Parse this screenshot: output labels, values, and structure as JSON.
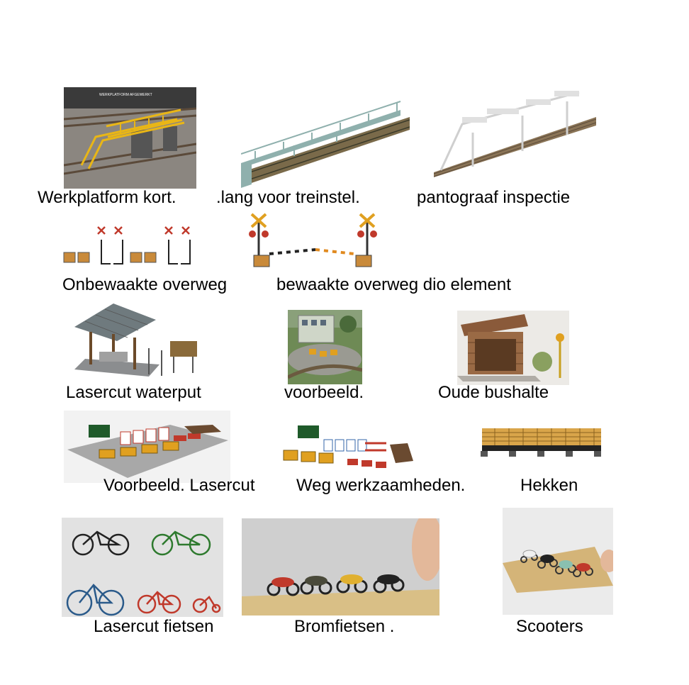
{
  "captions": {
    "werkplatform_kort": "Werkplatform kort.",
    "lang_voor_treinstel": ".lang voor treinstel.",
    "pantograaf_inspectie": "pantograaf inspectie",
    "onbewaakte_overweg": "Onbewaakte overweg",
    "bewaakte_overweg": "bewaakte overweg dio element",
    "lasercut_waterput": "Lasercut waterput",
    "voorbeeld": "voorbeeld.",
    "oude_bushalte": "Oude bushalte",
    "voorbeeld_lasercut": "Voorbeeld. Lasercut",
    "weg_werkzaamheden": "Weg werkzaamheden.",
    "hekken": "Hekken",
    "lasercut_fietsen": "Lasercut fietsen",
    "bromfietsen": "Bromfietsen .",
    "scooters": "Scooters"
  },
  "images": {
    "werkplatform_sign": "WERKPLATFORM AFGEWERKT"
  },
  "colors": {
    "yellow_platform": "#e9b616",
    "rail_brown": "#7a5a3c",
    "grey_platform": "#8fb0ad",
    "white_platform": "#d9d9d9",
    "red_bike": "#c0392b"
  }
}
